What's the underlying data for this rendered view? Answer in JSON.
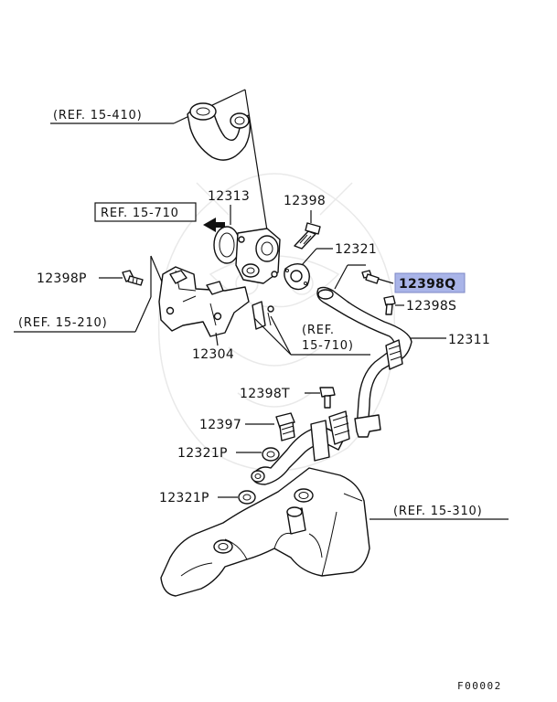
{
  "labels": {
    "ref_15_410": "(REF. 15-410)",
    "ref_15_710_top": "REF. 15-710",
    "ref_15_210": "(REF. 15-210)",
    "ref_15_710_mid_1": "(REF.",
    "ref_15_710_mid_2": "15-710)",
    "ref_15_310": "(REF. 15-310)",
    "p12313": "12313",
    "p12398": "12398",
    "p12321_top": "12321",
    "p12398P": "12398P",
    "p12398Q": "12398Q",
    "p12398S": "12398S",
    "p12304": "12304",
    "p12311": "12311",
    "p12398T": "12398T",
    "p12397": "12397",
    "p12321P_a": "12321P",
    "p12321P_b": "12321P",
    "figure_code": "F00002"
  },
  "colors": {
    "highlight": "#a9b4e8",
    "line": "#111111"
  }
}
